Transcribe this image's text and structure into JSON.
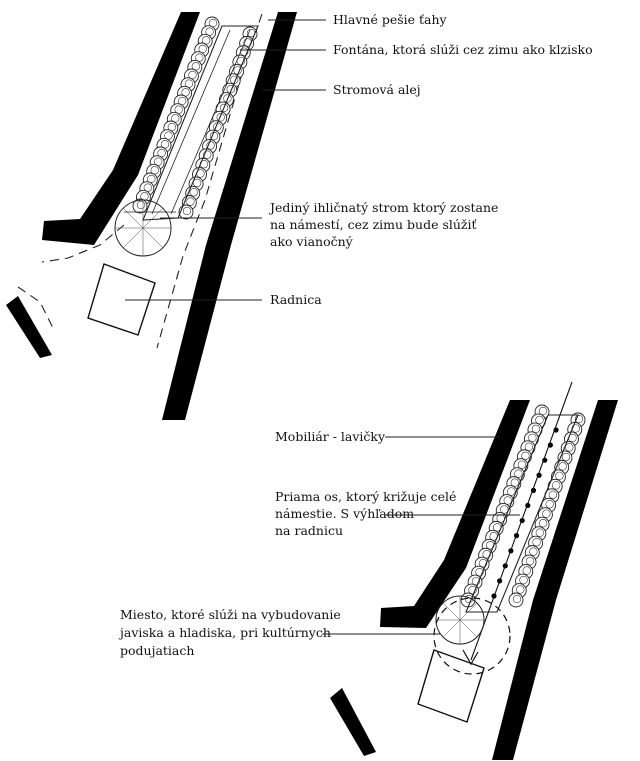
{
  "colors": {
    "ink": "#000000",
    "line": "#1a1a1a",
    "paper": "#ffffff"
  },
  "top_plan": {
    "labels": {
      "pedestrian_paths": "Hlavné pešie ťahy",
      "fountain": "Fontána, ktorá slúži cez zimu ako klzisko",
      "tree_alley": "Stromová alej",
      "single_tree": [
        "Jediný ihličnatý strom ktorý zostane",
        "na námestí, cez zimu bude slúžiť",
        "ako vianočný"
      ],
      "town_hall": "Radnica"
    }
  },
  "bottom_plan": {
    "labels": {
      "benches": "Mobiliár - lavičky",
      "axis": [
        "Priama os, ktorý križuje celé",
        "námestie. S výhľadom",
        "na radnicu"
      ],
      "stage_area": [
        "Miesto, ktoré slúži na vybudovanie",
        "javiska a hladiska, pri kultúrnych",
        "podujatiach"
      ]
    }
  }
}
